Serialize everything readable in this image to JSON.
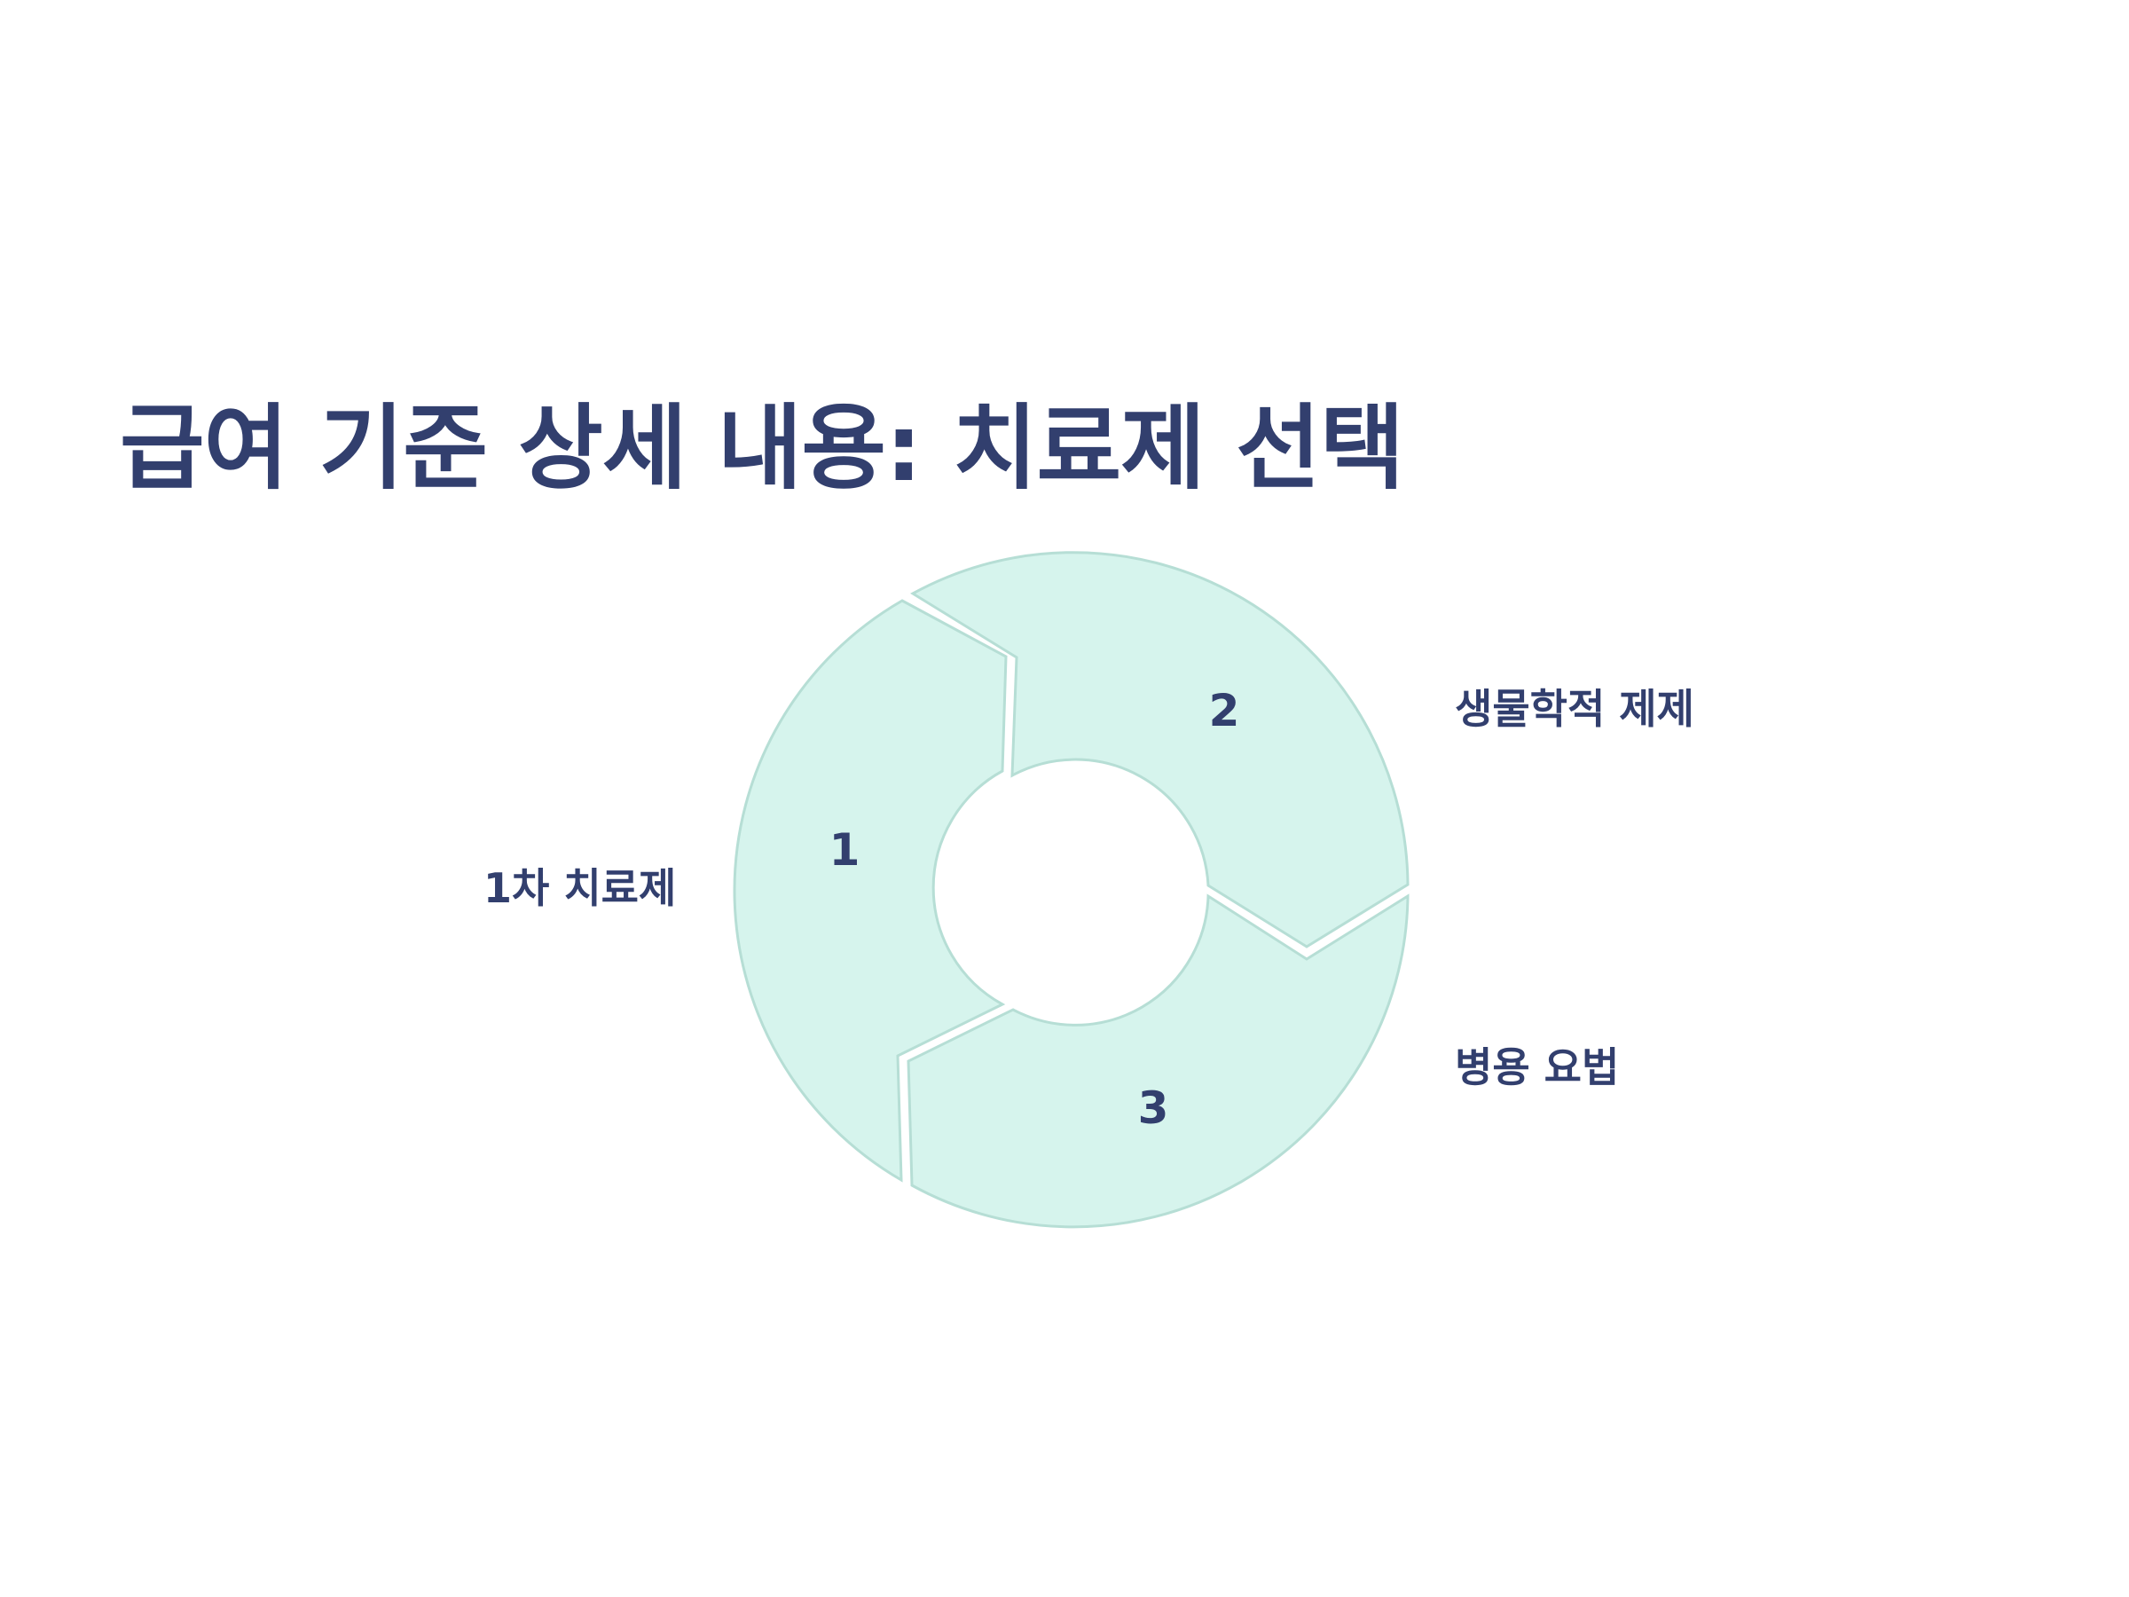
{
  "title": "급여 기준 상세 내용: 치료제 선택",
  "colors": {
    "title_text": "#323f6e",
    "segment_fill": "#d6f4ed",
    "segment_stroke": "#b6ded5",
    "background": "#ffffff"
  },
  "steps": [
    {
      "number": "1",
      "label": "1차 치료제"
    },
    {
      "number": "2",
      "label": "생물학적 제제"
    },
    {
      "number": "3",
      "label": "병용 요법"
    }
  ]
}
